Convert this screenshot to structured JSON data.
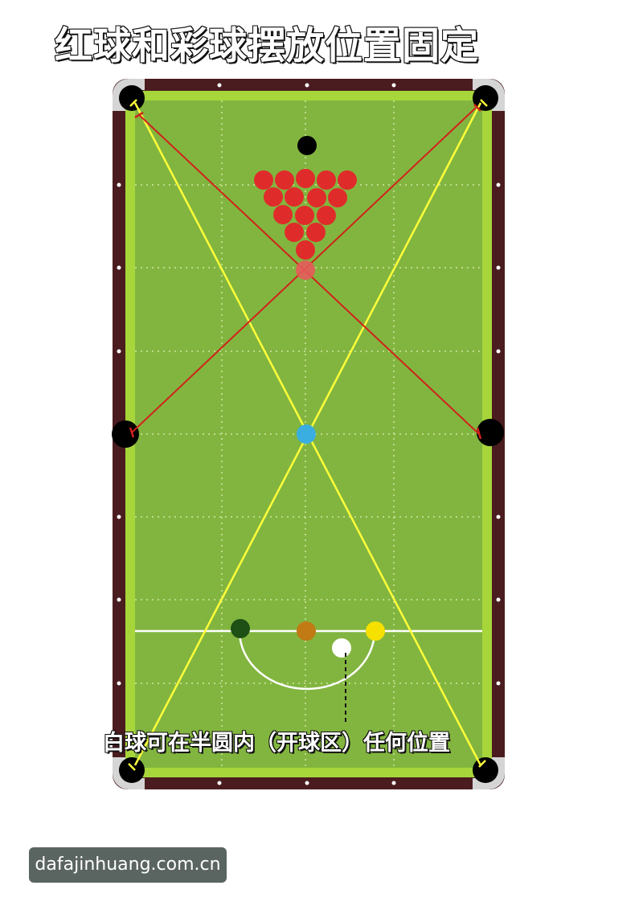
{
  "title": "红球和彩球摆放位置固定",
  "caption": "白球可在半圆内（开球区）任何位置",
  "watermark": "dafajinhuang.com.cn",
  "colors": {
    "cushion": "#4a1c1f",
    "felt": "#82b53f",
    "rail": "#a7d63b",
    "red_ball": "#e02b2b",
    "yellow_ball": "#f6e000",
    "green_ball": "#1e4f14",
    "brown_ball": "#c17a14",
    "blue_spot": "#3aaee0",
    "black_ball": "#000000",
    "cue_ball": "#ffffff",
    "guide_yellow": "#ffff3a",
    "guide_red": "#d0221b"
  },
  "balls": {
    "black": 1,
    "reds": 15,
    "pink": 1,
    "blue": 1,
    "green": 1,
    "brown": 1,
    "yellow": 1,
    "cue": 1
  }
}
